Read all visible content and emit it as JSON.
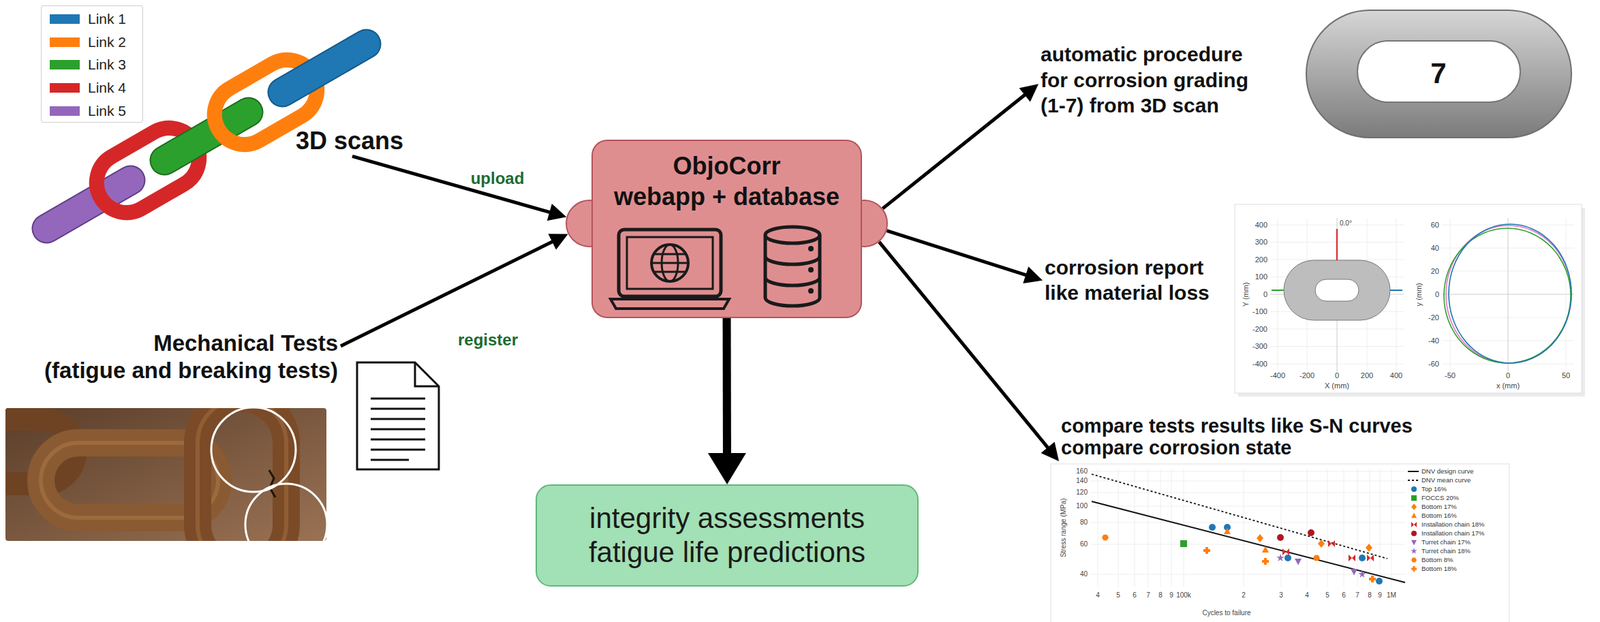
{
  "diagram": {
    "nodes": [
      {
        "text": [
          "3D scans"
        ]
      },
      {
        "text": [
          "Mechanical Tests",
          "(fatigue and breaking tests)"
        ]
      },
      {
        "text": [
          "ObjoCorr",
          "webapp + database"
        ]
      },
      {
        "text": [
          "integrity assessments",
          "fatigue life predictions"
        ]
      },
      {
        "text": [
          "automatic procedure for corrosion grading (1-7) from 3D scan"
        ]
      },
      {
        "text": [
          "corrosion report like material loss"
        ]
      },
      {
        "text": [
          "compare tests results like S-N curves compare corrosion state"
        ]
      }
    ],
    "edges": [
      {
        "from": 0,
        "to": 2,
        "label": "upload",
        "arrow": "to"
      },
      {
        "from": 1,
        "to": 2,
        "label": "register",
        "arrow": "to"
      },
      {
        "from": 2,
        "to": 3,
        "arrow": "to"
      },
      {
        "from": 2,
        "to": 4,
        "arrow": "to"
      },
      {
        "from": 2,
        "to": 5,
        "arrow": "to"
      },
      {
        "from": 2,
        "to": 6,
        "arrow": "to"
      }
    ],
    "labels": [
      "7",
      "400",
      "300",
      "200",
      "100",
      "0",
      "-100",
      "-200",
      "-300",
      "-400",
      "-400",
      "-200",
      "0",
      "200",
      "400",
      "Y (mm)",
      "X (mm)",
      "0.0°",
      "60",
      "40",
      "20",
      "0",
      "-20",
      "-40",
      "-60",
      "-50",
      "0",
      "50",
      "y (mm)",
      "x (mm)",
      "160",
      "140",
      "120",
      "100",
      "80",
      "60",
      "40",
      "4",
      "5",
      "6",
      "7",
      "8",
      "9",
      "100k",
      "2",
      "3",
      "4",
      "5",
      "6",
      "7",
      "8",
      "9",
      "1M",
      "Stress range (MPa)",
      "Cycles to failure"
    ],
    "legend": [
      {
        "text": "Link 1",
        "color": "#1f77b4"
      },
      {
        "text": "Link 2",
        "color": "#ff7f0e"
      },
      {
        "text": "Link 3",
        "color": "#2ca02c"
      },
      {
        "text": "Link 4",
        "color": "#d62728"
      },
      {
        "text": "Link 5",
        "color": "#9467bd"
      },
      {
        "text": "DNV design curve"
      },
      {
        "text": "DNV mean curve"
      },
      {
        "text": "Top 16%"
      },
      {
        "text": "FOCCS 20%"
      },
      {
        "text": "Bottom 17%"
      },
      {
        "text": "Bottom 16%"
      },
      {
        "text": "Installation chain 18%"
      },
      {
        "text": "Installation chain 17%"
      },
      {
        "text": "Turret chain 17%"
      },
      {
        "text": "Turret chain 18%"
      },
      {
        "text": "Bottom 8%"
      },
      {
        "text": "Bottom 18%"
      }
    ]
  }
}
